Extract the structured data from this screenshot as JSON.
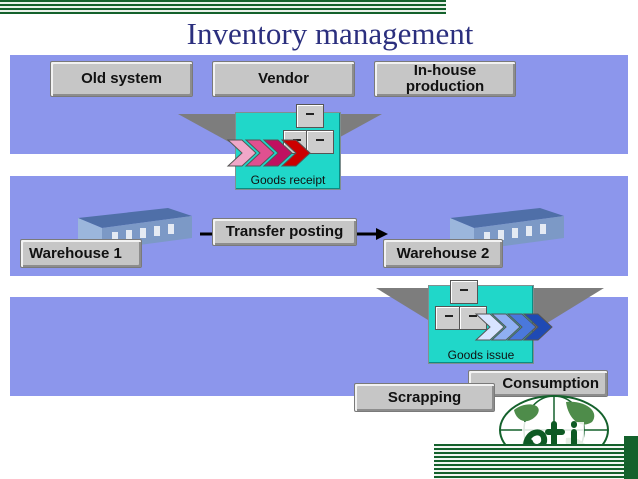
{
  "title": "Inventory management",
  "sources": [
    "Old system",
    "Vendor",
    "In-house production"
  ],
  "goods_receipt": "Goods receipt",
  "transfer_posting": "Transfer posting",
  "warehouse1": "Warehouse 1",
  "warehouse2": "Warehouse 2",
  "goods_issue": "Goods issue",
  "consumption": "Consumption",
  "scrapping": "Scrapping",
  "colors": {
    "band": "#8c96ec",
    "title": "#2b2f7e",
    "teal": "#20d7c9",
    "green": "#14612c"
  }
}
